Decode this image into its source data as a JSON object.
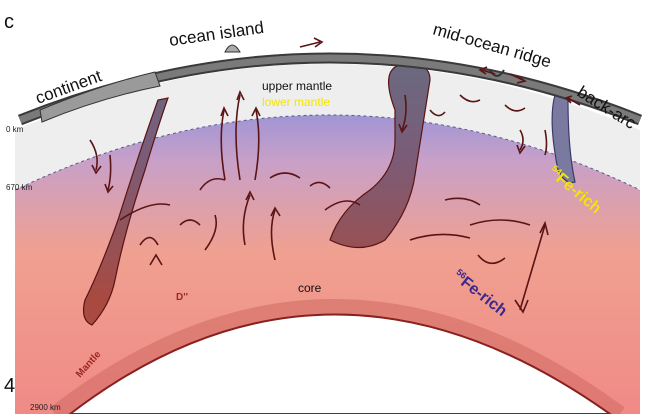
{
  "figure": {
    "labels": {
      "continent": "continent",
      "ocean_island": "ocean island",
      "mid_ocean_ridge": "mid-ocean ridge",
      "back_arc": "back-arc",
      "upper_mantle": "upper mantle",
      "lower_mantle": "lower mantle",
      "core": "core",
      "mantle": "Mantle",
      "depth_0": "0 km",
      "depth_670": "670 km",
      "depth_2900": "2900 km",
      "fe_rich_top_sup": "54",
      "fe_rich_top": "Fe-rich",
      "fe_rich_bottom_sup": "56",
      "fe_rich_bottom": "Fe-rich",
      "d_double_prime": "D''"
    },
    "stray_chars": {
      "top_left": "c",
      "bottom_left": "4"
    },
    "colors": {
      "lithosphere": "#6e6e6e",
      "upper_mantle_fill": "#eeeeee",
      "lower_mantle_top": "#8f8fd8",
      "lower_mantle_bottom": "#f0908a",
      "flow": "#5a1414",
      "slab_red": "#a0403a",
      "core_rim": "#8a2020"
    }
  }
}
